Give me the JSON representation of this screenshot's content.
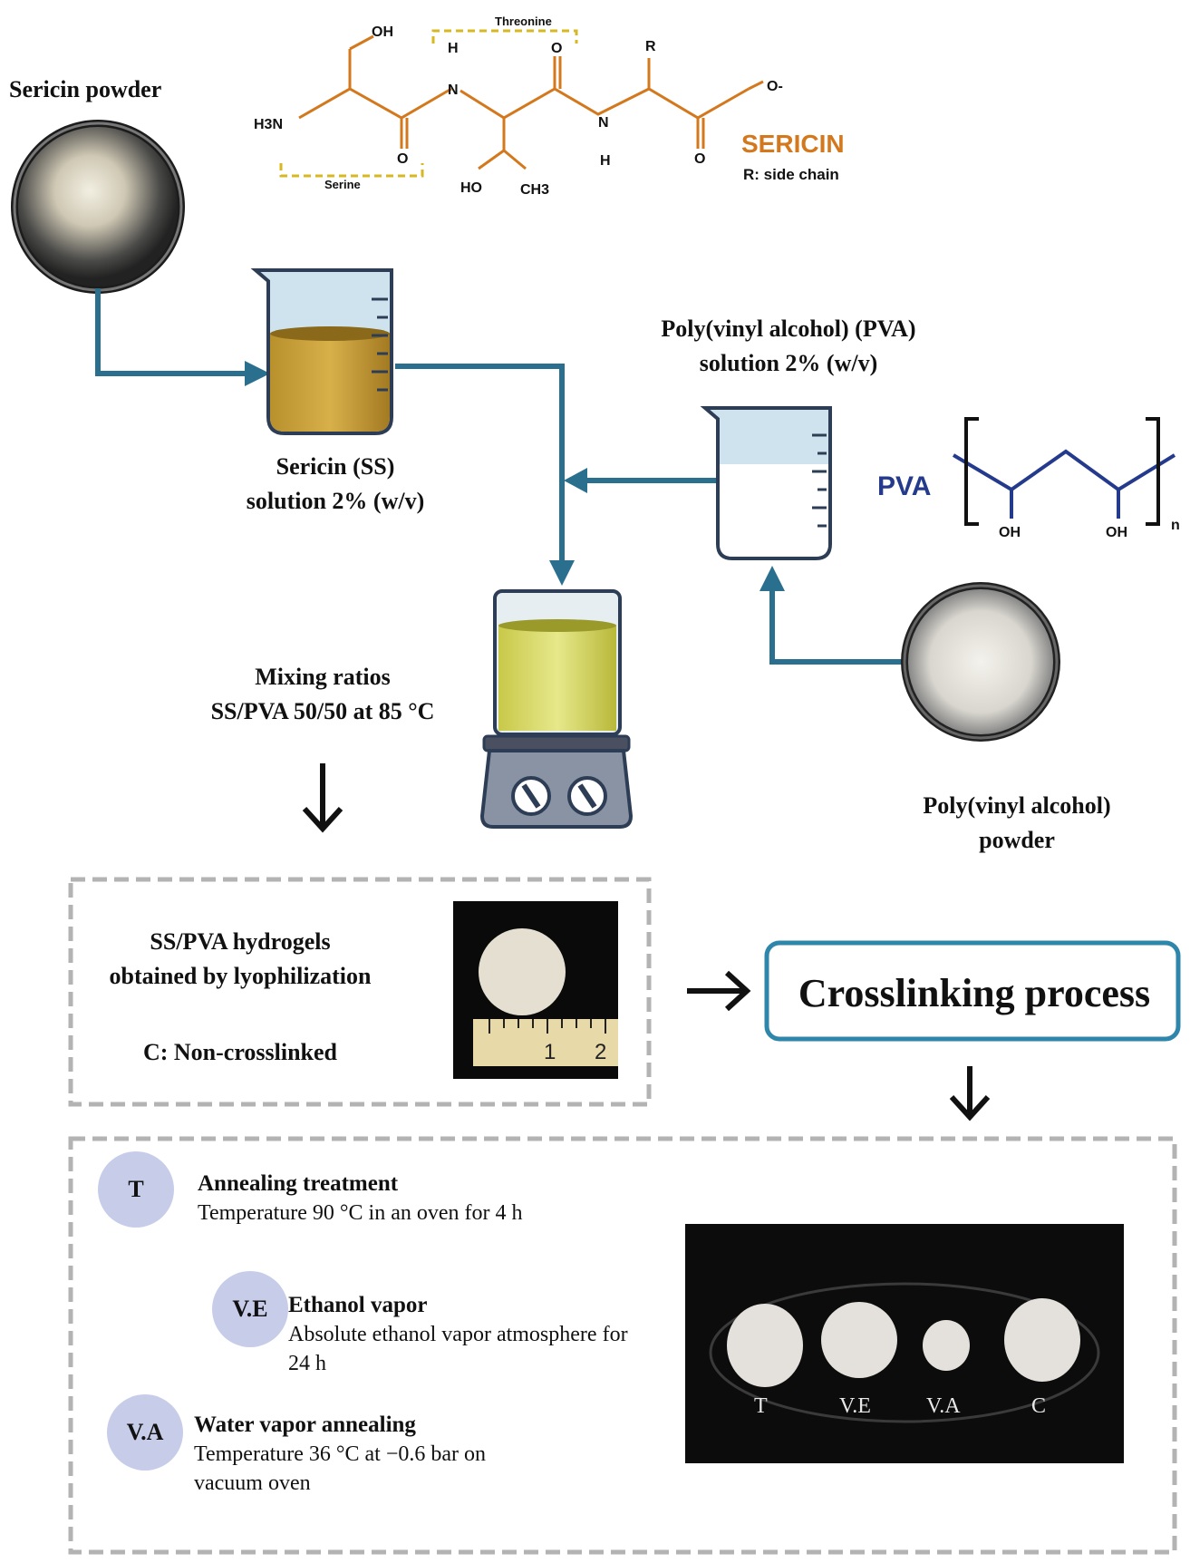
{
  "colors": {
    "flow_arrow": "#2a6f8e",
    "sericin": "#d4781e",
    "pva": "#243a8c",
    "bracket": "#d8b822",
    "badge": "#c7cde9",
    "dash_box": "#b3b3b3",
    "process_box": "#2e86ab"
  },
  "sericin_powder": {
    "label": "Sericin powder"
  },
  "sericin_structure": {
    "name": "SERICIN",
    "side_chain_note": "R: side chain",
    "threonine_label": "Threonine",
    "serine_label": "Serine",
    "atoms": {
      "oh_top": "OH",
      "h3n": "H3N",
      "n1": "N",
      "h_n1": "H",
      "o1": "O",
      "o2": "O",
      "n2": "N",
      "h_n2": "H",
      "r": "R",
      "o3": "O",
      "o_minus": "O-",
      "ho": "HO",
      "ch3": "CH3"
    }
  },
  "ss_solution": {
    "line1": "Sericin (SS)",
    "line2": "solution 2% (w/v)"
  },
  "pva_solution": {
    "line1": "Poly(vinyl alcohol)  (PVA)",
    "line2": "solution 2% (w/v)"
  },
  "pva_structure": {
    "name": "PVA",
    "oh1": "OH",
    "oh2": "OH",
    "n": "n"
  },
  "mixing": {
    "line1": "Mixing ratios",
    "line2": "SS/PVA 50/50 at 85 °C"
  },
  "pva_powder": {
    "line1": "Poly(vinyl alcohol)",
    "line2": "powder"
  },
  "hydrogels": {
    "line1": "SS/PVA hydrogels",
    "line2": "obtained by lyophilization",
    "line3": "C: Non-crosslinked",
    "ruler_1": "1",
    "ruler_2": "2"
  },
  "crosslinking": {
    "title": "Crosslinking process"
  },
  "treatments": [
    {
      "badge": "T",
      "title": "Annealing treatment",
      "desc": "Temperature 90 °C in an oven for 4 h"
    },
    {
      "badge": "V.E",
      "title": "Ethanol vapor",
      "desc": "Absolute ethanol vapor atmosphere for 24 h"
    },
    {
      "badge": "V.A",
      "title": "Water vapor annealing",
      "desc": "Temperature 36 °C at −0.6 bar on vacuum  oven"
    }
  ],
  "sample_labels": [
    "T",
    "V.E",
    "V.A",
    "C"
  ]
}
